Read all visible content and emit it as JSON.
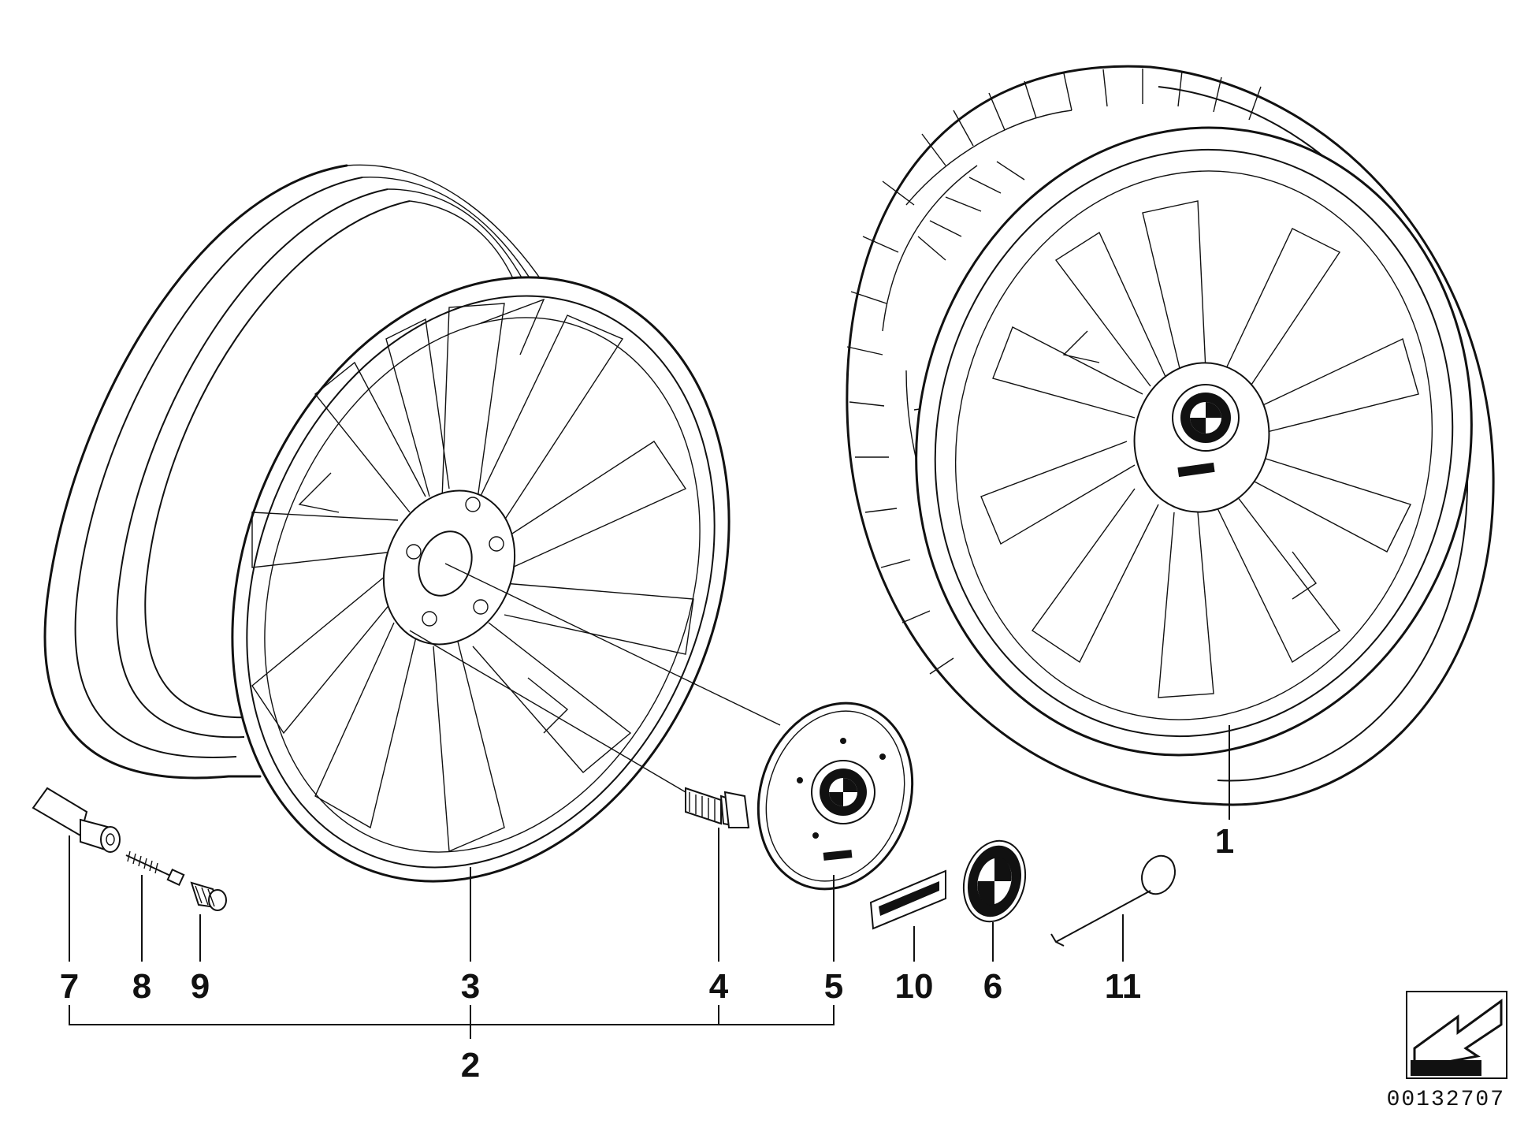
{
  "diagram": {
    "document_number": "00132707",
    "colors": {
      "ink": "#111111",
      "paper": "#ffffff"
    },
    "parts": [
      {
        "number": "1",
        "item": "complete-wheel-with-tyre"
      },
      {
        "number": "2",
        "item": "light-alloy-rim-kit-bracket"
      },
      {
        "number": "3",
        "item": "light-alloy-rim"
      },
      {
        "number": "4",
        "item": "wheel-bolt"
      },
      {
        "number": "5",
        "item": "hub-cap"
      },
      {
        "number": "6",
        "item": "emblem-roundel"
      },
      {
        "number": "7",
        "item": "valve-body"
      },
      {
        "number": "8",
        "item": "valve-insert"
      },
      {
        "number": "9",
        "item": "valve-cap"
      },
      {
        "number": "10",
        "item": "badge-plate"
      },
      {
        "number": "11",
        "item": "removal-tool"
      }
    ],
    "icons": [
      "orientation-arrow-icon",
      "bmw-roundel-icon"
    ]
  }
}
